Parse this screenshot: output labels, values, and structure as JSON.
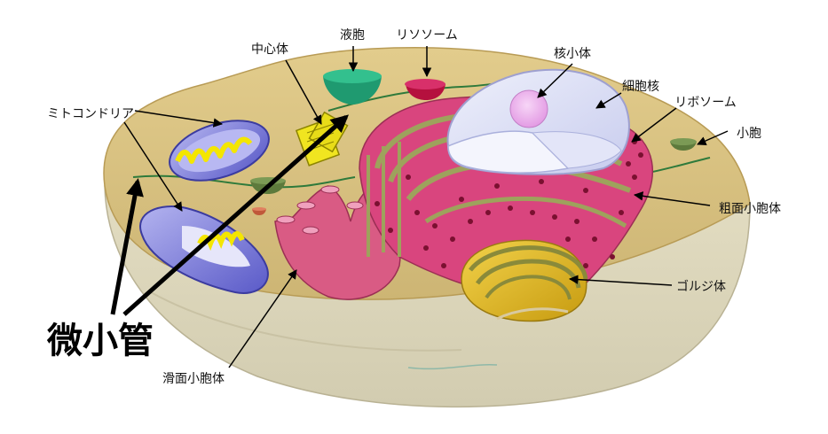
{
  "labels": {
    "centriole": "中心体",
    "vacuole": "液胞",
    "lysosome": "リソソーム",
    "nucleolus": "核小体",
    "nucleus": "細胞核",
    "mitochondria": "ミトコンドリア",
    "ribosome": "リボソーム",
    "vesicle": "小胞",
    "rough_er": "粗面小胞体",
    "golgi": "ゴルジ体",
    "smooth_er": "滑面小胞体",
    "microtubule": "微小管"
  },
  "colors": {
    "cytoplasm": "#d9c382",
    "rough_er": "#d9457e",
    "nucleus": "#d9dcf5",
    "nucleolus": "#eeb2ef",
    "mitochondria": "#7a7bd6",
    "golgi": "#e0b61e",
    "vacuole": "#23a37a",
    "lysosome": "#c41a48",
    "microtubule": "#2e7a3b"
  }
}
